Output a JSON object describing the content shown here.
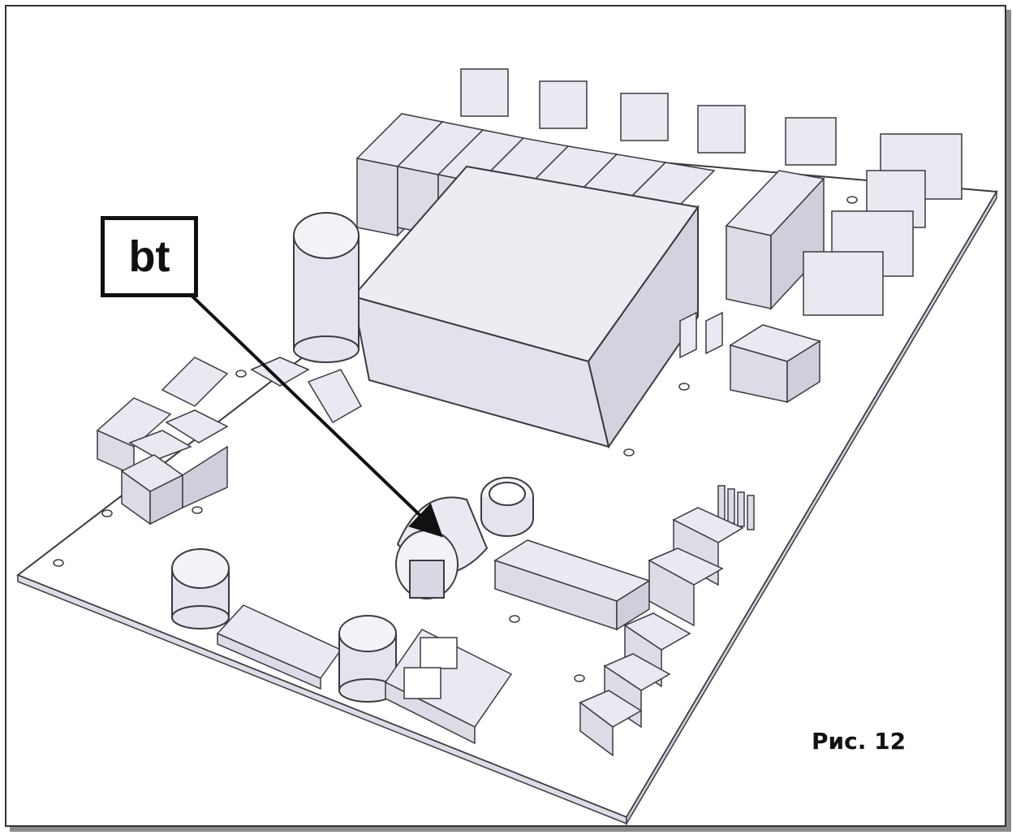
{
  "callout": {
    "label": "bt"
  },
  "caption": {
    "text": "Рис. 12"
  },
  "colors": {
    "component_fill": "#e9e9f1",
    "component_side": "#cfcfdb",
    "outline": "#3a3a40",
    "board": "#ffffff"
  },
  "components": {
    "pointed": "current-transformer"
  }
}
